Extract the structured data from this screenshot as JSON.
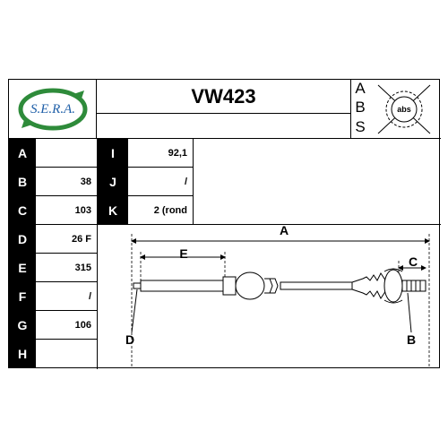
{
  "brand": {
    "logo_text": "S.E.R.A.",
    "colors": {
      "logo_green": "#2e8b3a",
      "logo_text_blue": "#1f5fa8",
      "black": "#000000"
    }
  },
  "header": {
    "part_code": "VW423",
    "abs_letters": [
      "A",
      "B",
      "S"
    ],
    "abs_badge_text": "abs"
  },
  "specs": {
    "left": [
      {
        "label": "A",
        "value": ""
      },
      {
        "label": "B",
        "value": "38"
      },
      {
        "label": "C",
        "value": "103"
      },
      {
        "label": "D",
        "value": "26 F"
      },
      {
        "label": "E",
        "value": "315"
      },
      {
        "label": "F",
        "value": "/"
      },
      {
        "label": "G",
        "value": "106"
      },
      {
        "label": "H",
        "value": ""
      }
    ],
    "right": [
      {
        "label": "I",
        "value": "92,1"
      },
      {
        "label": "J",
        "value": "/"
      },
      {
        "label": "K",
        "value": "2 (rond"
      }
    ]
  },
  "diagram": {
    "labels": {
      "A": "A",
      "B": "B",
      "C": "C",
      "D": "D",
      "E": "E"
    }
  }
}
